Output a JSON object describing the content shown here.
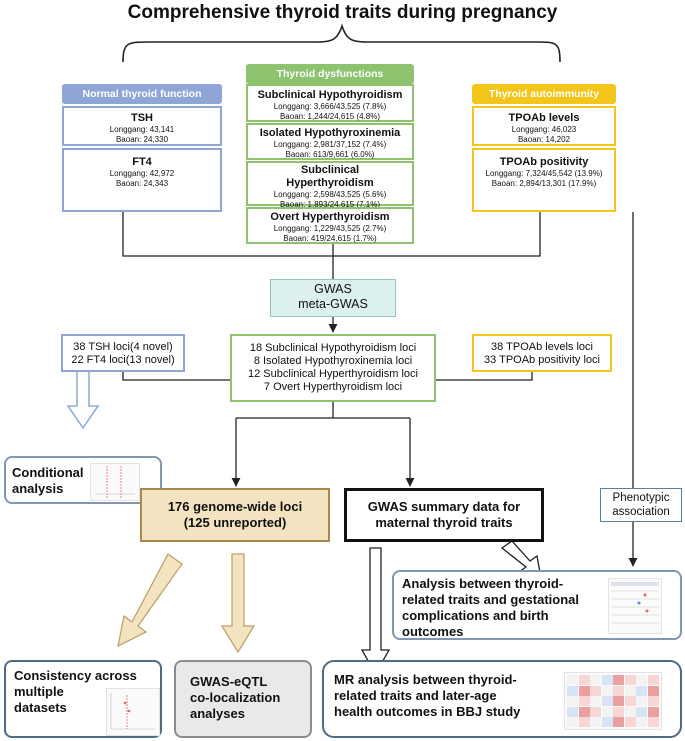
{
  "title": "Comprehensive thyroid traits during pregnancy",
  "colors": {
    "blue": "#8fa5d6",
    "green": "#8dc26f",
    "yellow": "#f3c419",
    "tan_fill": "#f4e3c1",
    "tan_border": "#a8884f",
    "teal": "#dcf0ee"
  },
  "groups": {
    "normal": {
      "header": "Normal thyroid function",
      "traits": [
        {
          "name": "TSH",
          "line1": "Longgang: 43,141",
          "line2": "Baoan: 24,330"
        },
        {
          "name": "FT4",
          "line1": "Longgang: 42,972",
          "line2": "Baoan: 24,343"
        }
      ]
    },
    "dysfunction": {
      "header": "Thyroid dysfunctions",
      "traits": [
        {
          "name": "Subclinical Hypothyroidism",
          "line1": "Longgang: 3,666/43,525 (7.8%)",
          "line2": "Baoan: 1,244/24,615 (4.8%)"
        },
        {
          "name": "Isolated Hypothyroxinemia",
          "line1": "Longgang: 2,981/37,152 (7.4%)",
          "line2": "Baoan: 613/9,661 (6.0%)"
        },
        {
          "name": "Subclinical",
          "name2": "Hyperthyroidism",
          "line1": "Longgang: 2,598/43,525 (5.6%)",
          "line2": "Baoan: 1,893/24,615 (7.1%)"
        },
        {
          "name": "Overt Hyperthyroidism",
          "line1": "Longgang: 1,229/43,525 (2.7%)",
          "line2": "Baoan: 419/24,615 (1.7%)"
        }
      ]
    },
    "autoimmunity": {
      "header": "Thyroid autoimmunity",
      "traits": [
        {
          "name": "TPOAb levels",
          "line1": "Longgang: 46,023",
          "line2": "Baoan: 14,202"
        },
        {
          "name": "TPOAb positivity",
          "line1": "Longgang: 7,324/45,542 (13.9%)",
          "line2": "Baoan: 2,894/13,301 (17.9%)"
        }
      ]
    }
  },
  "gwas": {
    "line1": "GWAS",
    "line2": "meta-GWAS"
  },
  "loci": {
    "normal": [
      "38 TSH loci(4 novel)",
      "22 FT4 loci(13 novel)"
    ],
    "dysfunction": [
      "18 Subclinical Hypothyroidism loci",
      "8  Isolated Hypothyroxinemia loci",
      "12 Subclinical Hyperthyroidism loci",
      "7 Overt Hyperthyroidism loci"
    ],
    "autoimmunity": [
      "38 TPOAb levels loci",
      "33 TPOAb positivity loci"
    ]
  },
  "conditional": {
    "line1": "Conditional",
    "line2": "analysis"
  },
  "genome_loci": {
    "line1": "176 genome-wide loci",
    "line2": "(125 unreported)"
  },
  "summary_data": {
    "line1": "GWAS summary data for",
    "line2": "maternal thyroid traits"
  },
  "phenotypic": {
    "line1": "Phenotypic",
    "line2": "association"
  },
  "gestational": {
    "line1": "Analysis between thyroid-",
    "line2": "related traits and gestational",
    "line3": "complications and birth",
    "line4": "outcomes"
  },
  "consistency": {
    "line1": "Consistency across",
    "line2": "multiple",
    "line3": "datasets"
  },
  "eqtl": {
    "line1": "GWAS-eQTL",
    "line2": "co-localization",
    "line3": "analyses"
  },
  "mr": {
    "line1": "MR analysis between thyroid-",
    "line2": "related traits and later-age",
    "line3": "health outcomes in BBJ study"
  }
}
